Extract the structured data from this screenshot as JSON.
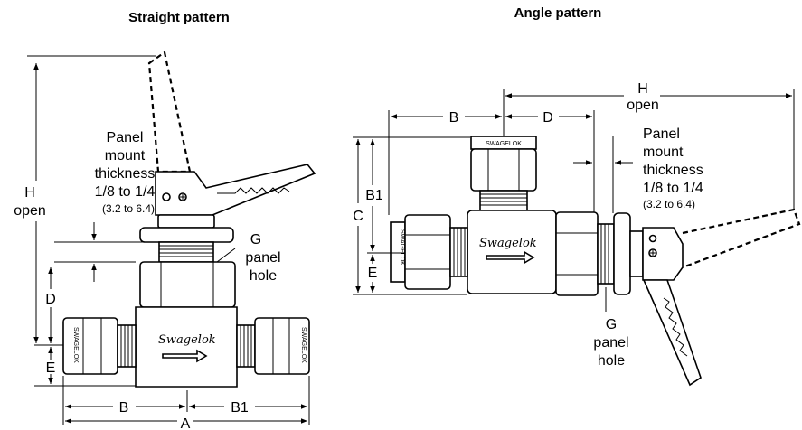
{
  "straight": {
    "title": "Straight pattern",
    "panel": [
      "Panel",
      "mount",
      "thickness",
      "1/8 to 1/4",
      "(3.2 to 6.4)"
    ],
    "h": [
      "H",
      "open"
    ],
    "g": [
      "G",
      "panel",
      "hole"
    ],
    "d": "D",
    "e": "E",
    "b": "B",
    "b1": "B1",
    "a": "A",
    "brand": "Swagelok",
    "nut_text": "SWAGELOK"
  },
  "angle": {
    "title": "Angle pattern",
    "h": [
      "H",
      "open"
    ],
    "b": "B",
    "d": "D",
    "c": "C",
    "b1": "B1",
    "e": "E",
    "panel": [
      "Panel",
      "mount",
      "thickness",
      "1/8 to 1/4",
      "(3.2 to 6.4)"
    ],
    "g": [
      "G",
      "panel",
      "hole"
    ],
    "brand": "Swagelok",
    "nut_text": "SWAGELOK"
  }
}
